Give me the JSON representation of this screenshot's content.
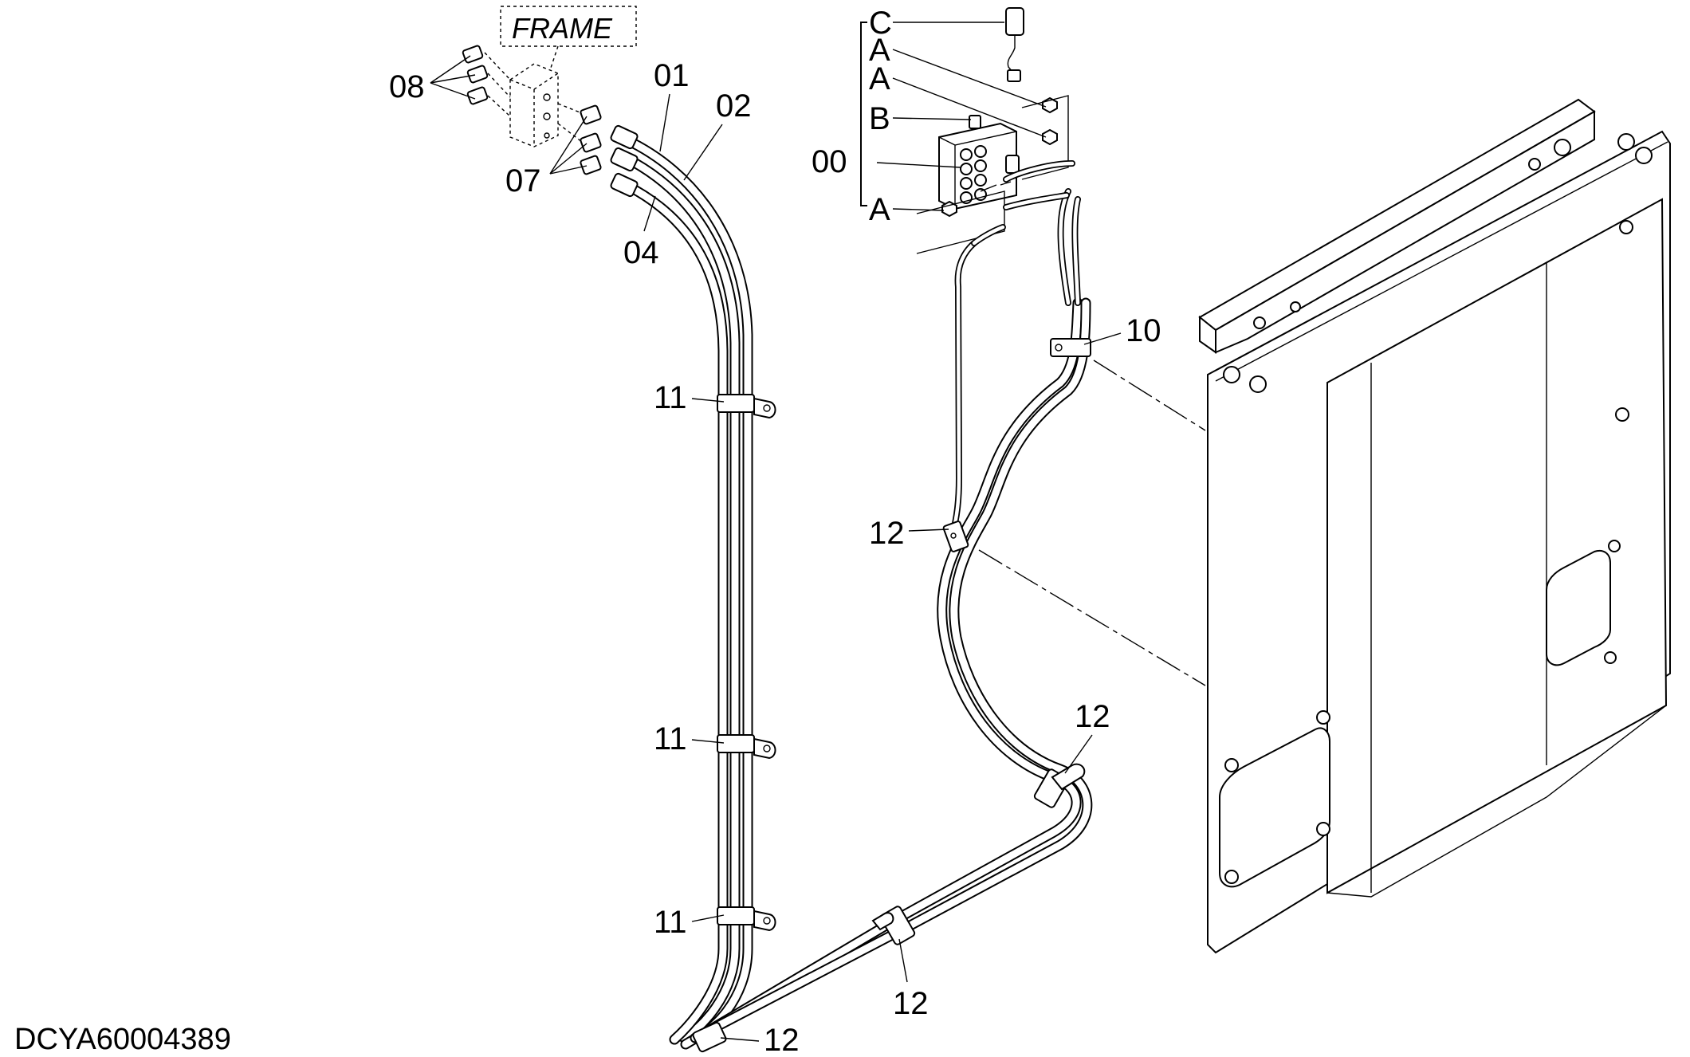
{
  "diagram": {
    "frame_label": "FRAME",
    "drawing_code": "DCYA60004389",
    "part_labels": {
      "p08": "08",
      "p07": "07",
      "p01": "01",
      "p02": "02",
      "p04": "04",
      "p00": "00",
      "p10": "10",
      "p11a": "11",
      "p11b": "11",
      "p11c": "11",
      "p12a": "12",
      "p12b": "12",
      "p12c": "12",
      "p12d": "12"
    },
    "bracket_labels": {
      "c": "C",
      "a1": "A",
      "a2": "A",
      "b": "B",
      "a3": "A"
    }
  }
}
